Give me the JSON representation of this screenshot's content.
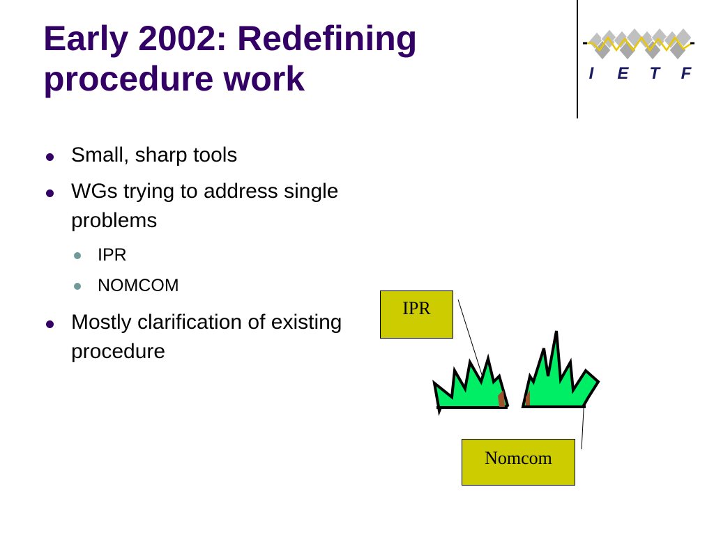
{
  "slide": {
    "title": "Early 2002: Redefining procedure work",
    "logo": {
      "letters": [
        "I",
        "E",
        "T",
        "F"
      ],
      "icon": "ietf-diamond-chain-logo"
    },
    "bullets": [
      {
        "text": "Small, sharp tools"
      },
      {
        "text": "WGs trying to address single problems",
        "sub": [
          "IPR",
          "NOMCOM"
        ]
      },
      {
        "text": "Mostly clarification of existing procedure"
      }
    ],
    "diagram": {
      "labels": {
        "ipr": "IPR",
        "nomcom": "Nomcom"
      },
      "icon": "grass-tufts-illustration"
    }
  },
  "colors": {
    "title": "#330066",
    "bullet": "#330066",
    "sub_bullet": "#6f9a99",
    "label_box": "#cccc00",
    "grass": "#00ee66"
  }
}
